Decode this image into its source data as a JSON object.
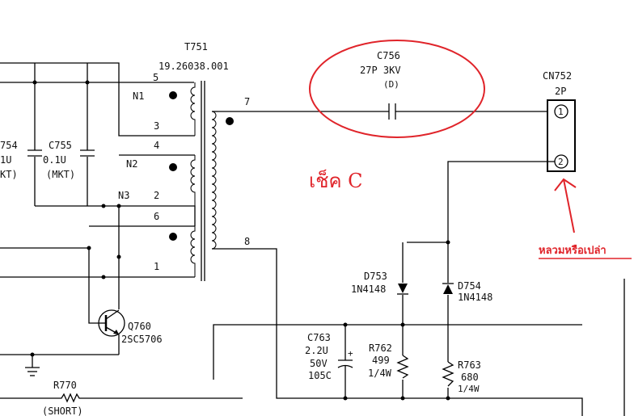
{
  "transformer": {
    "ref": "T751",
    "part": "19.26038.001",
    "pin5": "5",
    "pin7": "7",
    "pin3": "3",
    "pin4": "4",
    "pin2": "2",
    "pin6": "6",
    "pin1": "1",
    "pin8": "8",
    "n1": "N1",
    "n2": "N2",
    "n3": "N3"
  },
  "c756": {
    "ref": "C756",
    "value": "27P 3KV",
    "type": "(D)"
  },
  "cn752": {
    "ref": "CN752",
    "size": "2P",
    "pin1": "1",
    "pin2": "2"
  },
  "c754": {
    "ref": "754",
    "value": "1U",
    "type": "KT)"
  },
  "c755": {
    "ref": "C755",
    "value": "0.1U",
    "type": "(MKT)"
  },
  "q760": {
    "ref": "Q760",
    "part": "2SC5706"
  },
  "d753": {
    "ref": "D753",
    "part": "1N4148"
  },
  "d754": {
    "ref": "D754",
    "part": "1N4148"
  },
  "c763": {
    "ref": "C763",
    "value": "2.2U",
    "voltage": "50V",
    "temp": "105C",
    "plus": "+"
  },
  "r762": {
    "ref": "R762",
    "value": "499",
    "power": "1/4W"
  },
  "r763": {
    "ref": "R763",
    "value": "680",
    "power": "1/4W"
  },
  "r770": {
    "ref": "R770",
    "note": "(SHORT)"
  },
  "annotations": {
    "check_c": "เช็ค C",
    "leak_note": "หลวมหรือเปล่า"
  },
  "colors": {
    "ink": "#000000",
    "annotation": "#e0242a"
  }
}
